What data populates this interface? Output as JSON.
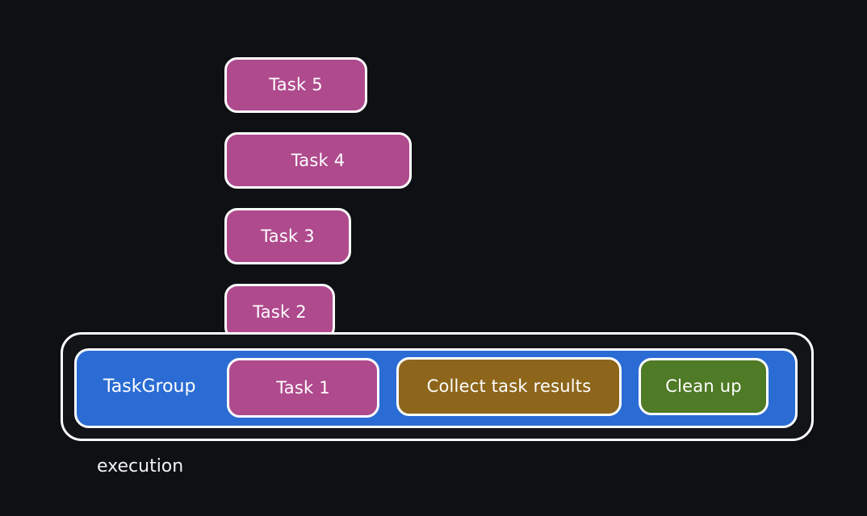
{
  "diagram": {
    "background_color": "#0e1014",
    "title_label": "execution",
    "standalone_tasks": [
      {
        "label": "Task 5",
        "color": "#af4a8d"
      },
      {
        "label": "Task 4",
        "color": "#af4a8d"
      },
      {
        "label": "Task 3",
        "color": "#af4a8d"
      },
      {
        "label": "Task 2",
        "color": "#af4a8d"
      }
    ],
    "group": {
      "label": "TaskGroup",
      "color": "#2b6cd4",
      "children": [
        {
          "label": "Task 1",
          "color": "#af4a8d"
        },
        {
          "label": "Collect task results",
          "color": "#8d661c"
        },
        {
          "label": "Clean up",
          "color": "#4f7a26"
        }
      ]
    }
  }
}
